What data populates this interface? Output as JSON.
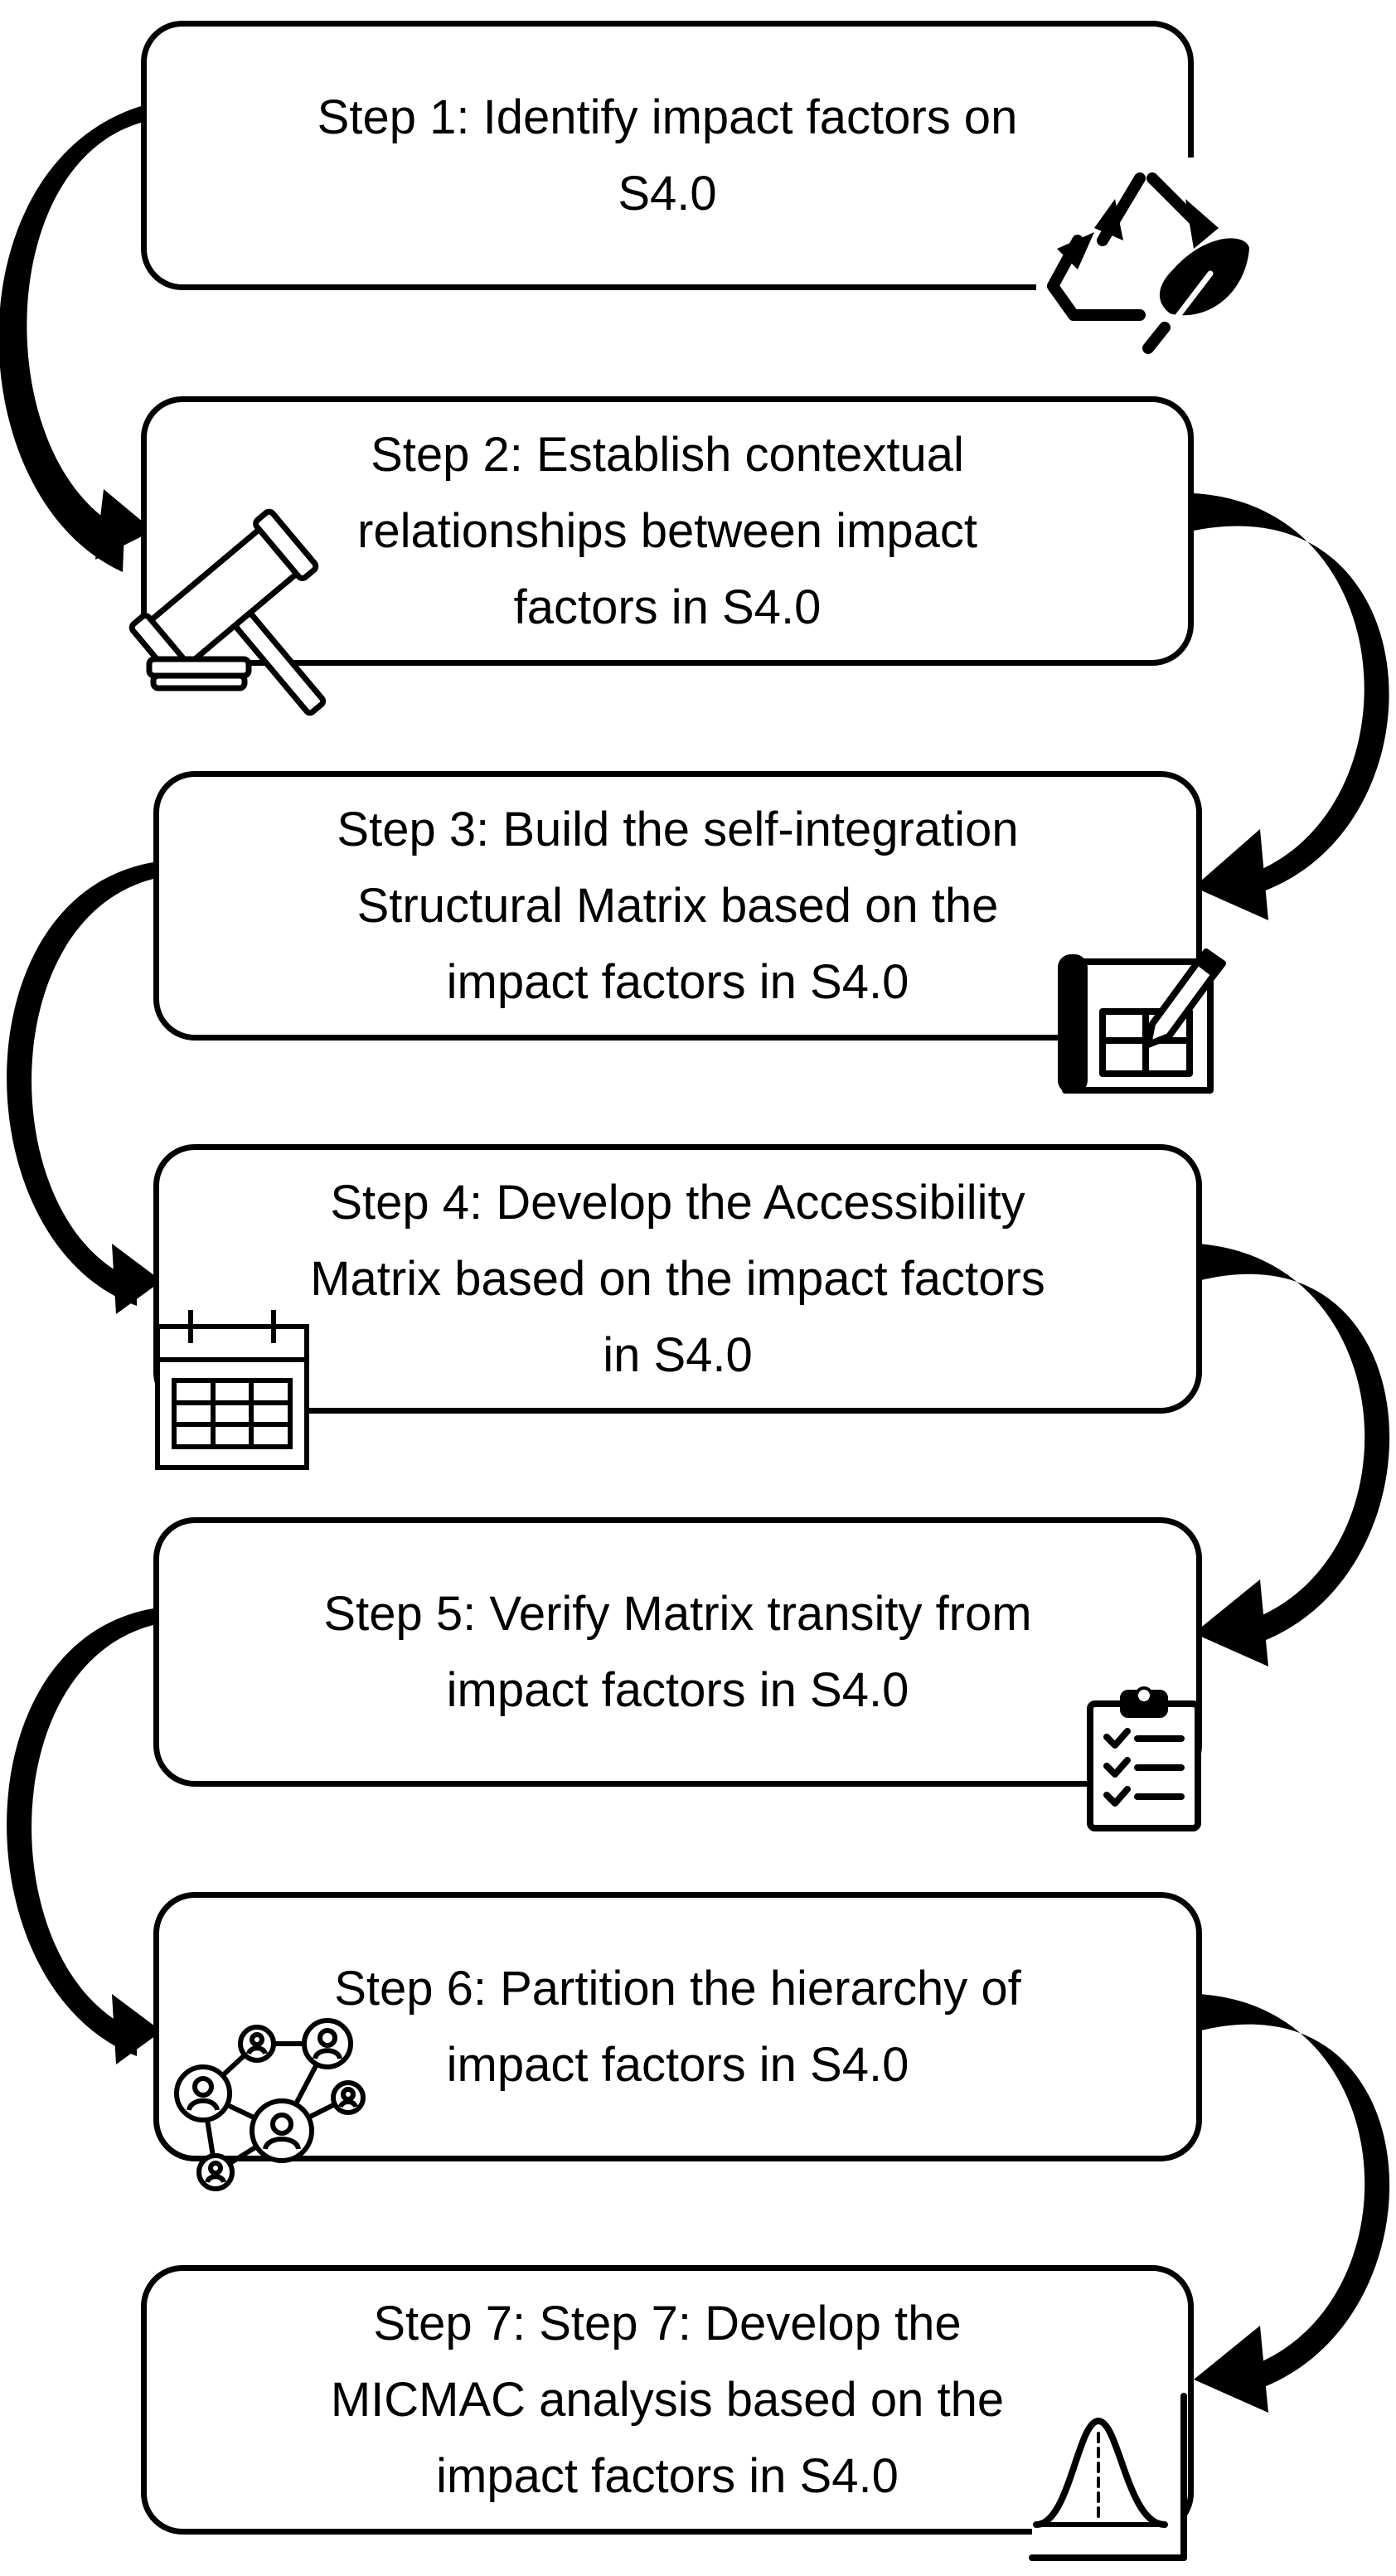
{
  "steps": [
    {
      "id": "step-1",
      "text": "Step 1: Identify impact factors on\nS4.0",
      "icon": "recycle-leaf-icon"
    },
    {
      "id": "step-2",
      "text": "Step 2: Establish contextual\nrelationships between impact\nfactors in S4.0",
      "icon": "gavel-icon"
    },
    {
      "id": "step-3",
      "text": "Step 3: Build the self-integration\nStructural Matrix based on the\nimpact factors in S4.0",
      "icon": "blueprint-pencil-icon"
    },
    {
      "id": "step-4",
      "text": "Step 4: Develop the Accessibility\nMatrix based on the impact factors\nin S4.0",
      "icon": "calendar-grid-icon"
    },
    {
      "id": "step-5",
      "text": "Step 5: Verify Matrix transity from\nimpact factors in S4.0",
      "icon": "clipboard-checklist-icon"
    },
    {
      "id": "step-6",
      "text": "Step 6: Partition the hierarchy of\nimpact factors in S4.0",
      "icon": "network-people-icon"
    },
    {
      "id": "step-7",
      "text": "Step 7: Step 7: Develop the\nMICMAC analysis based on the\nimpact factors in S4.0",
      "icon": "bell-curve-icon"
    }
  ],
  "colors": {
    "stroke": "#000000",
    "fill": "#ffffff"
  }
}
